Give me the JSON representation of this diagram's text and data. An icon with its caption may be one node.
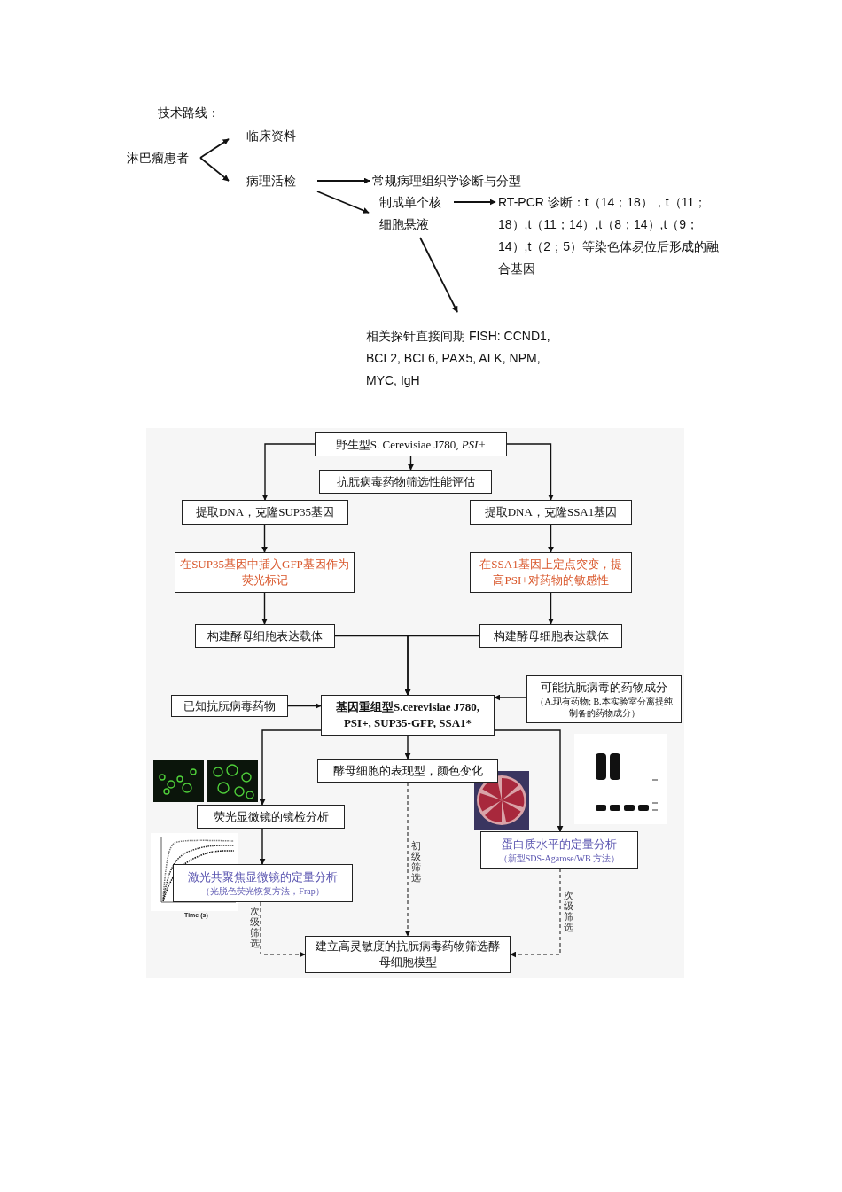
{
  "diagram": {
    "title": "技术路线：",
    "nodes": [
      {
        "text": [
          "淋巴瘤患者"
        ]
      },
      {
        "text": [
          "临床资料"
        ]
      },
      {
        "text": [
          "病理活检"
        ]
      },
      {
        "text": [
          "常规病理组织学诊断与分型"
        ]
      },
      {
        "text": [
          "制成单个核细胞悬液"
        ]
      },
      {
        "text": [
          "RT-PCR 诊断：t（14；18），t（11；18）,t（11；14）,t（8；14）,t（9；14）,t（2；5）等染色体易位后形成的融合基因"
        ]
      },
      {
        "text": [
          "相关探针直接间期 FISH: CCND1, BCL2, BCL6, PAX5, ALK, NPM, MYC, IgH"
        ]
      },
      {
        "text": [
          "野生型S. Cerevisiae J780, *PSI+*"
        ]
      },
      {
        "text": [
          "抗朊病毒药物筛选性能评估"
        ]
      },
      {
        "text": [
          "提取DNA，克隆SUP35基因"
        ]
      },
      {
        "text": [
          "提取DNA，克隆SSA1基因"
        ]
      },
      {
        "text": [
          "在SUP35基因中插入GFP基因作为荧光标记"
        ]
      },
      {
        "text": [
          "在SSA1基因上定点突变，提高PSI+对药物的敏感性"
        ]
      },
      {
        "text": [
          "构建酵母细胞表达载体"
        ]
      },
      {
        "text": [
          "构建酵母细胞表达载体"
        ]
      },
      {
        "text": [
          "已知抗朊病毒药物"
        ]
      },
      {
        "text": [
          "基因重组型S.cerevisiae J780, PSI+, SUP35-GFP, SSA1*"
        ]
      },
      {
        "text": [
          "可能抗朊病毒的药物成分",
          "（A.现有药物; B.本实验室分离提纯制备的药物成分）"
        ]
      },
      {
        "text": [
          "酵母细胞的表现型，颜色变化"
        ]
      },
      {
        "text": [
          "荧光显微镜的镜检分析"
        ]
      },
      {
        "text": [
          "蛋白质水平的定量分析",
          "（新型SDS-Agarose/WB 方法）"
        ]
      },
      {
        "text": [
          "激光共聚焦显微镜的定量分析",
          "（光脱色荧光恢复方法，Frap）"
        ]
      },
      {
        "text": [
          "建立高灵敏度的抗朊病毒药物筛选酵母细胞模型"
        ]
      }
    ],
    "edges": [
      {
        "from": 0,
        "to": 1,
        "arrow": "to"
      },
      {
        "from": 0,
        "to": 2,
        "arrow": "to"
      },
      {
        "from": 2,
        "to": 3,
        "arrow": "to"
      },
      {
        "from": 2,
        "to": 4,
        "arrow": "to"
      },
      {
        "from": 4,
        "to": 5,
        "arrow": "to"
      },
      {
        "from": 4,
        "to": 6,
        "arrow": "to"
      },
      {
        "from": 7,
        "to": 9,
        "arrow": "to"
      },
      {
        "from": 7,
        "to": 8,
        "arrow": "to"
      },
      {
        "from": 7,
        "to": 10,
        "arrow": "to"
      },
      {
        "from": 9,
        "to": 11,
        "arrow": "to"
      },
      {
        "from": 10,
        "to": 12,
        "arrow": "to"
      },
      {
        "from": 11,
        "to": 13,
        "arrow": "to"
      },
      {
        "from": 12,
        "to": 14,
        "arrow": "to"
      },
      {
        "from": 13,
        "to": 16,
        "arrow": "to"
      },
      {
        "from": 14,
        "to": 16,
        "arrow": "to"
      },
      {
        "from": 15,
        "to": 16,
        "arrow": "to"
      },
      {
        "from": 17,
        "to": 16,
        "arrow": "to"
      },
      {
        "from": 16,
        "to": 19,
        "arrow": "to"
      },
      {
        "from": 16,
        "to": 18,
        "arrow": "to"
      },
      {
        "from": 16,
        "to": 20,
        "arrow": "to"
      },
      {
        "from": 19,
        "to": 21,
        "arrow": "to"
      },
      {
        "from": 18,
        "to": 22,
        "arrow": "to",
        "style": "dashed",
        "label": "初级筛选"
      },
      {
        "from": 21,
        "to": 22,
        "arrow": "to",
        "style": "dashed",
        "label": "次级筛选"
      },
      {
        "from": 20,
        "to": 22,
        "arrow": "to",
        "style": "dashed",
        "label": "次级筛选"
      }
    ],
    "labels": [
      "Time (s)"
    ]
  }
}
